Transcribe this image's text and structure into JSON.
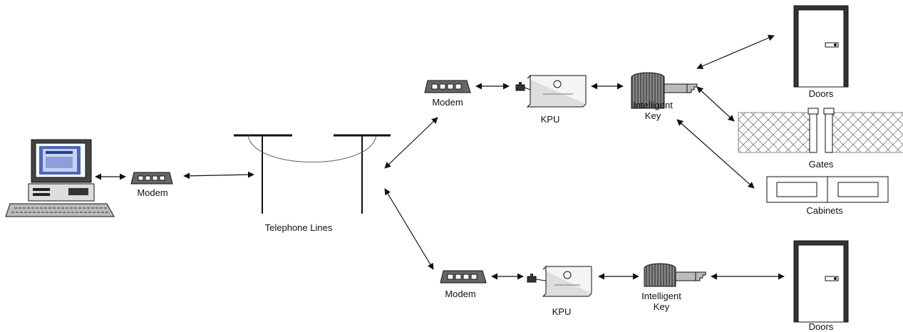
{
  "labels": {
    "modem_pc": "Modem",
    "telephone_lines": "Telephone Lines",
    "modem_top": "Modem",
    "kpu_top": "KPU",
    "key_top_1": "Intelligent",
    "key_top_2": "Key",
    "doors_top": "Doors",
    "gates": "Gates",
    "cabinets": "Cabinets",
    "modem_bottom": "Modem",
    "kpu_bottom": "KPU",
    "key_bottom_1": "Intelligent",
    "key_bottom_2": "Key",
    "doors_bottom": "Doors"
  },
  "icons": {
    "computer": "computer-icon",
    "modem": "modem-icon",
    "kpu": "kpu-icon",
    "key": "intelligent-key-icon",
    "door": "door-icon",
    "gate": "gate-icon",
    "cabinet": "cabinet-icon"
  },
  "colors": {
    "line": "#111111",
    "device": "#555555",
    "background": "#ffffff"
  }
}
